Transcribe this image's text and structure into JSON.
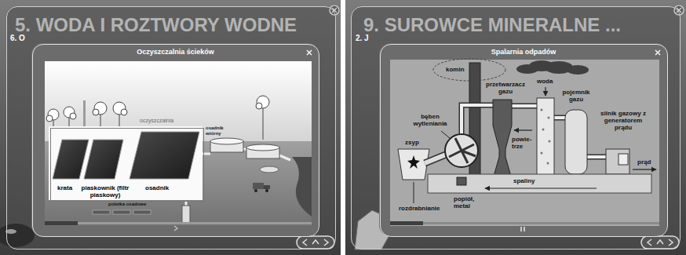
{
  "diagram": {
    "nodes": [
      {
        "text": [
          "5. WODA I ROZTWORY WODNE",
          "6. O"
        ]
      },
      {
        "text": [
          "Oczyszczalnia ścieków"
        ],
        "in": 0
      },
      {
        "text": [
          "krata",
          "piaskownik (filtr piaskowy)",
          "osadnik"
        ],
        "in": 1
      },
      {
        "text": [
          "9. SUROWCE MINERALNE ...",
          "2. J"
        ]
      },
      {
        "text": [
          "Spalarnia odpadów"
        ],
        "in": 3
      }
    ],
    "labels": [
      "oczyszczalnia",
      "osadnik wtórny",
      "poletka osadowe",
      "komin",
      "przetwarzacz gazu",
      "woda",
      "pojemnik gazu",
      "silnik gazowy z generatorem prądu",
      "prąd",
      "bęben wytleniania",
      "zsyp",
      "powie- trze",
      "spaliny",
      "rozdrabnianie",
      "popiół, metal"
    ]
  }
}
